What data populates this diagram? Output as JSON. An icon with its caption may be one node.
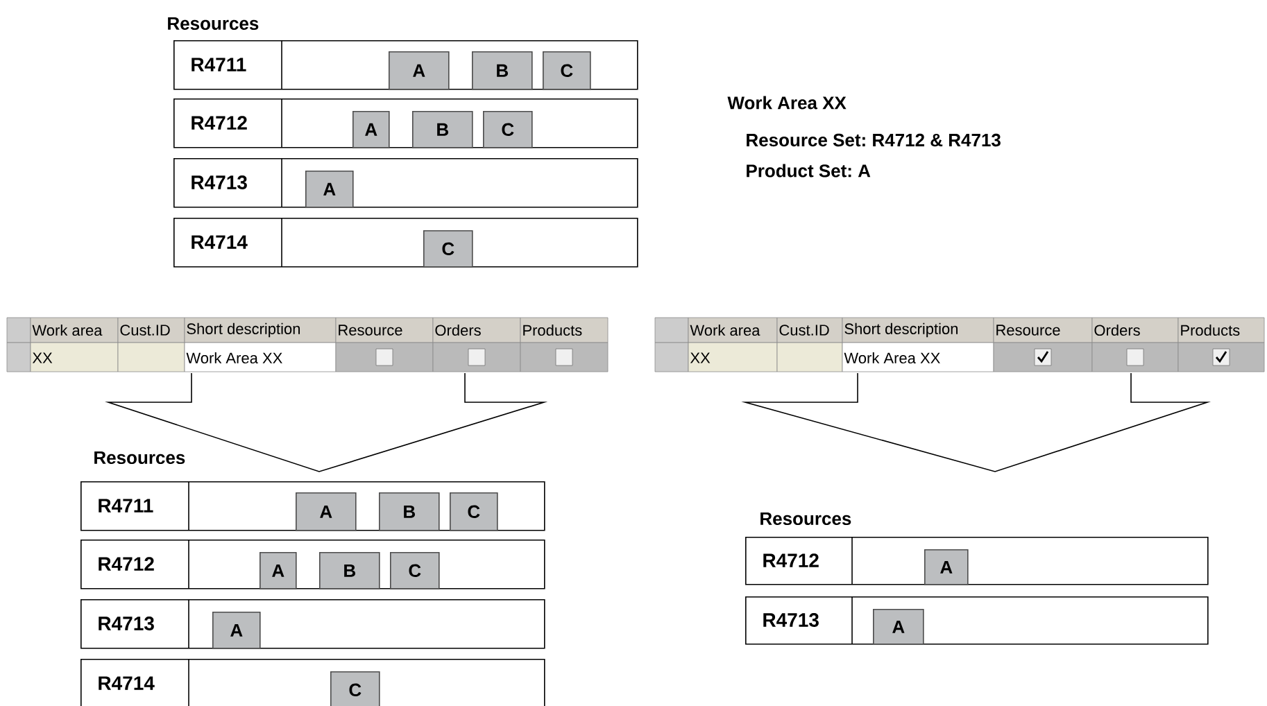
{
  "diagram": {
    "nodes": [
      {
        "text": [
          "R4711"
        ]
      },
      {
        "text": [
          "A"
        ],
        "in": 0
      },
      {
        "text": [
          "B"
        ],
        "in": 0
      },
      {
        "text": [
          "C"
        ],
        "in": 0
      },
      {
        "text": [
          "R4712"
        ]
      },
      {
        "text": [
          "A"
        ],
        "in": 4
      },
      {
        "text": [
          "B"
        ],
        "in": 4
      },
      {
        "text": [
          "C"
        ],
        "in": 4
      },
      {
        "text": [
          "R4713"
        ]
      },
      {
        "text": [
          "A"
        ],
        "in": 8
      },
      {
        "text": [
          "R4714"
        ]
      },
      {
        "text": [
          "C"
        ],
        "in": 10
      },
      {
        "text": [
          "R4711"
        ]
      },
      {
        "text": [
          "A"
        ],
        "in": 12
      },
      {
        "text": [
          "B"
        ],
        "in": 12
      },
      {
        "text": [
          "C"
        ],
        "in": 12
      },
      {
        "text": [
          "R4712"
        ]
      },
      {
        "text": [
          "A"
        ],
        "in": 16
      },
      {
        "text": [
          "B"
        ],
        "in": 16
      },
      {
        "text": [
          "C"
        ],
        "in": 16
      },
      {
        "text": [
          "R4713"
        ]
      },
      {
        "text": [
          "A"
        ],
        "in": 20
      },
      {
        "text": [
          "R4714"
        ]
      },
      {
        "text": [
          "C"
        ],
        "in": 22
      },
      {
        "text": [
          "R4712"
        ]
      },
      {
        "text": [
          "A"
        ],
        "in": 24
      },
      {
        "text": [
          "R4713"
        ]
      },
      {
        "text": [
          "A"
        ],
        "in": 26
      }
    ],
    "labels": [
      "Resources",
      "Work Area XX",
      "Resource Set: R4712 & R4713",
      "Product Set: A",
      "Work area",
      "Cust.ID",
      "Short description",
      "Resource",
      "Orders",
      "Products",
      "XX",
      "Work Area XX",
      "Work area",
      "Cust.ID",
      "Short description",
      "Resource",
      "Orders",
      "Products",
      "XX",
      "Work Area XX",
      "Resources",
      "Resources"
    ]
  }
}
